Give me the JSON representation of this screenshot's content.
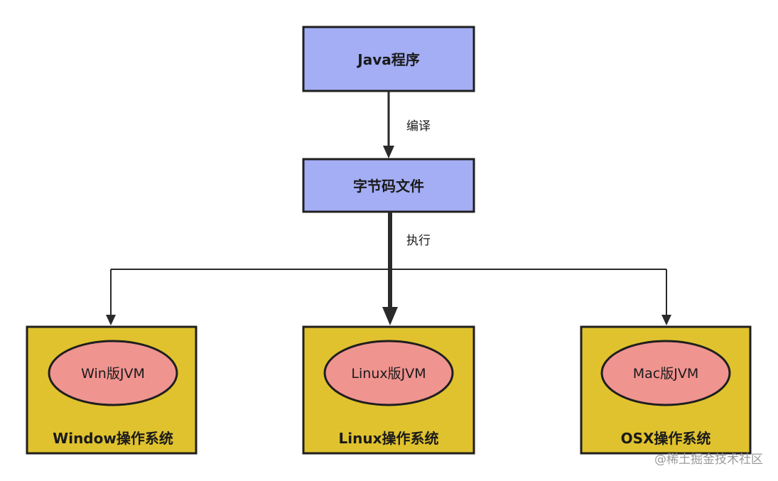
{
  "nodes": {
    "java_program": "Java程序",
    "bytecode_file": "字节码文件",
    "os_windows": "Window操作系统",
    "os_linux": "Linux操作系统",
    "os_osx": "OSX操作系统",
    "jvm_windows": "Win版JVM",
    "jvm_linux": "Linux版JVM",
    "jvm_mac": "Mac版JVM"
  },
  "edges": {
    "compile_label": "编译",
    "execute_label": "执行"
  },
  "watermark": "@稀土掘金技术社区",
  "colors": {
    "process_box": "#a4aef5",
    "os_box": "#e0c22e",
    "jvm_ellipse": "#f09490",
    "stroke": "#1f1f1f"
  }
}
